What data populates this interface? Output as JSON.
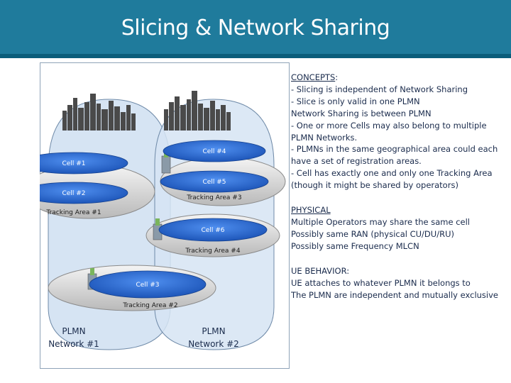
{
  "header": {
    "title": "Slicing & Network Sharing",
    "bg_color": "#1f7b9c"
  },
  "diagram": {
    "cells": [
      "Cell #4",
      "Cell #1",
      "Cell #5",
      "Cell #2",
      "Cell #6",
      "Cell #3"
    ],
    "tracking_areas": [
      "Tracking Area #3",
      "Tracking Area #1",
      "Tracking Area #4",
      "Tracking Area #2"
    ],
    "networks": [
      {
        "line1": "PLMN",
        "line2": "Network #1"
      },
      {
        "line1": "PLMN",
        "line2": "Network #2"
      }
    ],
    "cell_color": "#2e6fd6",
    "network_fill": "#d6e4f3"
  },
  "concepts": {
    "heading": "CONCEPTS",
    "lines": [
      "- Slicing is independent of Network Sharing",
      "- Slice is only valid in one PLMN",
      "Network Sharing is between PLMN",
      "- One or more Cells may also belong to multiple",
      "PLMN Networks.",
      "- PLMNs in the same geographical area could each",
      "have a set of registration areas.",
      "- Cell has exactly one and only one Tracking Area",
      "(though it might be shared by operators)"
    ]
  },
  "physical": {
    "heading": "PHYSICAL",
    "lines": [
      "Multiple Operators may share the same cell",
      "Possibly same RAN (physical CU/DU/RU)",
      "Possibly same Frequency MLCN"
    ]
  },
  "ue_behavior": {
    "heading": "UE BEHAVIOR:",
    "lines": [
      "UE attaches to whatever PLMN it belongs to",
      "The PLMN are independent and mutually exclusive"
    ]
  }
}
